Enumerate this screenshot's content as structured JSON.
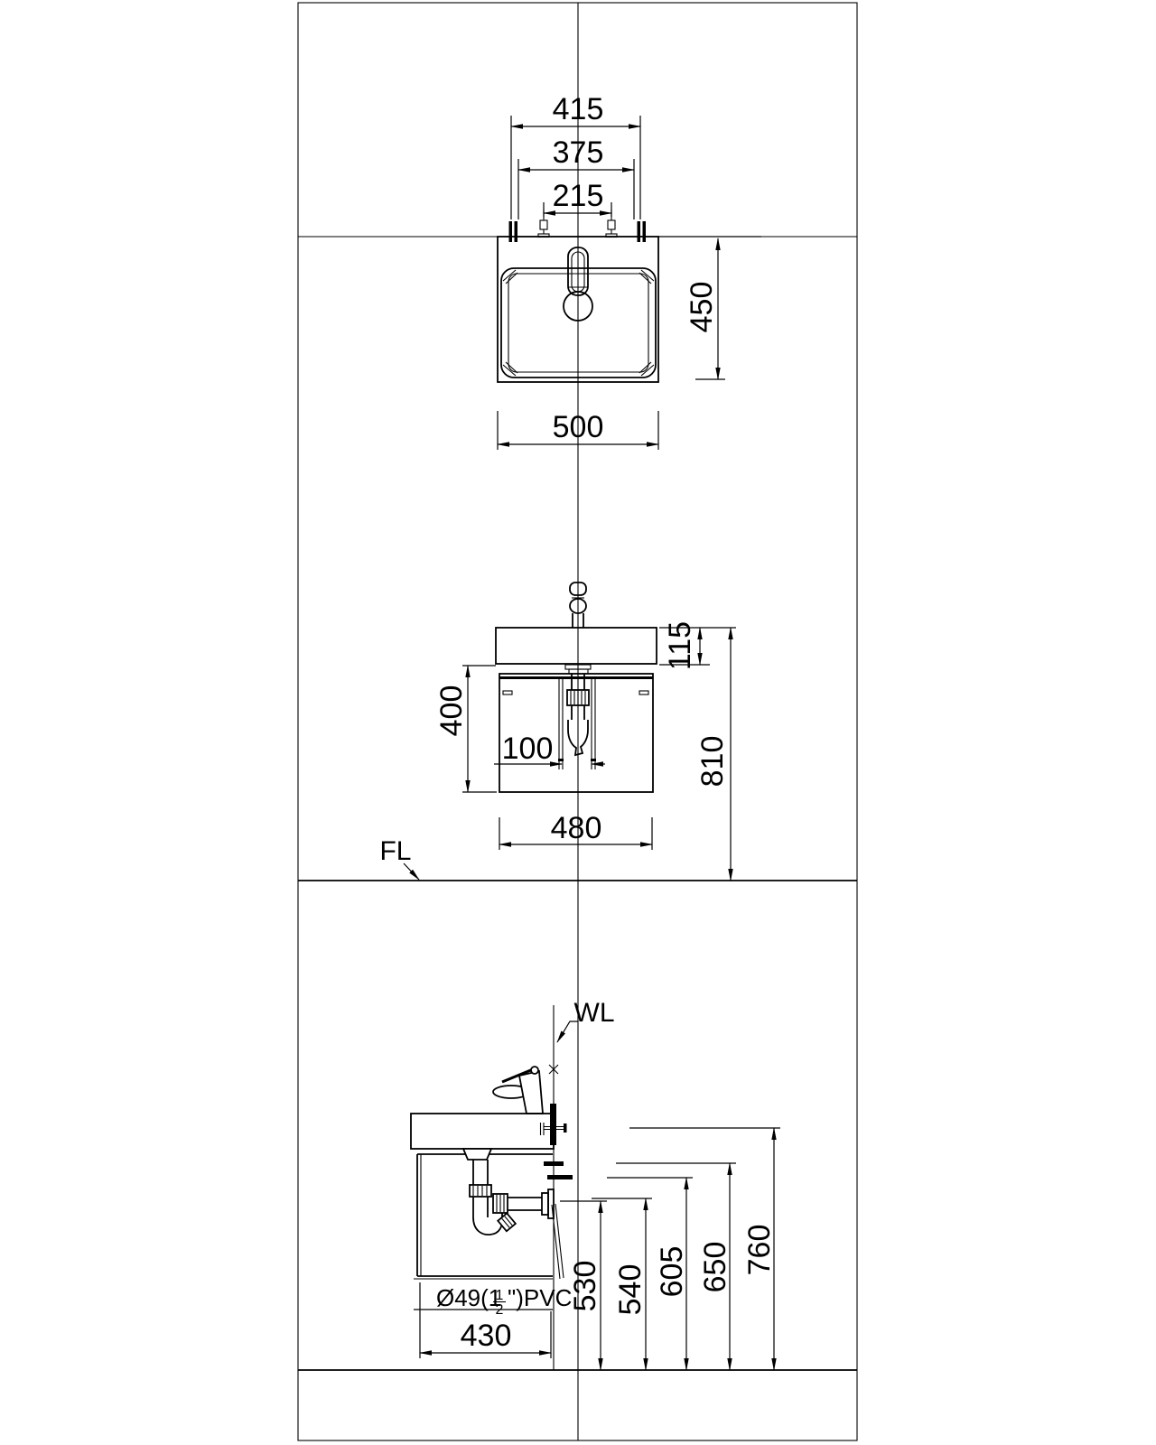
{
  "colors": {
    "line": "#000000",
    "background": "#ffffff"
  },
  "dims": {
    "plan_415": "415",
    "plan_375": "375",
    "plan_215": "215",
    "plan_450": "450",
    "plan_500": "500",
    "front_115": "115",
    "front_400": "400",
    "front_100": "100",
    "front_810": "810",
    "front_480": "480",
    "side_530": "530",
    "side_540": "540",
    "side_605": "605",
    "side_650": "650",
    "side_760": "760",
    "side_430": "430"
  },
  "labels": {
    "floor_line": "FL",
    "wall_line": "WL",
    "pipe_prefix": "Ø49(1",
    "pipe_frac_num": "1",
    "pipe_frac_den": "2",
    "pipe_suffix": "\")PVC"
  }
}
